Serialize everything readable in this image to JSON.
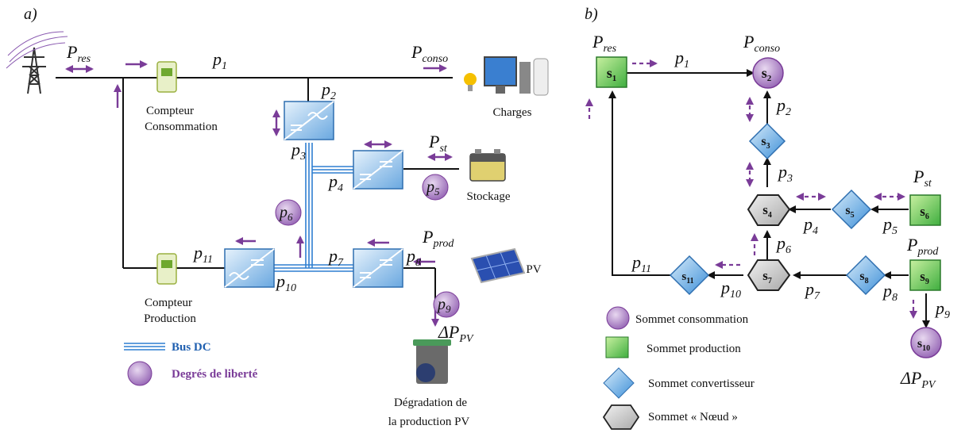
{
  "panel_a": {
    "label": "a)",
    "p_res": "P",
    "p_res_sub": "res",
    "p_conso": "P",
    "p_conso_sub": "conso",
    "p_st": "P",
    "p_st_sub": "st",
    "p_prod": "P",
    "p_prod_sub": "prod",
    "delta_pv": "ΔP",
    "delta_pv_sub": "PV",
    "edges": {
      "p1": "p",
      "p1_sub": "1",
      "p2": "p",
      "p2_sub": "2",
      "p3": "p",
      "p3_sub": "3",
      "p4": "p",
      "p4_sub": "4",
      "p5": "p",
      "p5_sub": "5",
      "p6": "p",
      "p6_sub": "6",
      "p7": "p",
      "p7_sub": "7",
      "p8": "p",
      "p8_sub": "8",
      "p9": "p",
      "p9_sub": "9",
      "p10": "p",
      "p10_sub": "10",
      "p11": "p",
      "p11_sub": "11"
    },
    "compteur_conso_1": "Compteur",
    "compteur_conso_2": "Consommation",
    "compteur_prod_1": "Compteur",
    "compteur_prod_2": "Production",
    "charges": "Charges",
    "stockage": "Stockage",
    "pv": "PV",
    "degradation_1": "Dégradation de",
    "degradation_2": "la production PV",
    "legend_bus": "Bus DC",
    "legend_dof": "Degrés de liberté"
  },
  "panel_b": {
    "label": "b)",
    "nodes": {
      "s1": "s",
      "s1_sub": "1",
      "s2": "s",
      "s2_sub": "2",
      "s3": "s",
      "s3_sub": "3",
      "s4": "s",
      "s4_sub": "4",
      "s5": "s",
      "s5_sub": "5",
      "s6": "s",
      "s6_sub": "6",
      "s7": "s",
      "s7_sub": "7",
      "s8": "s",
      "s8_sub": "8",
      "s9": "s",
      "s9_sub": "9",
      "s10": "s",
      "s10_sub": "10",
      "s11": "s",
      "s11_sub": "11"
    },
    "p_res": "P",
    "p_res_sub": "res",
    "p_conso": "P",
    "p_conso_sub": "conso",
    "p_st": "P",
    "p_st_sub": "st",
    "p_prod": "P",
    "p_prod_sub": "prod",
    "delta_pv": "ΔP",
    "delta_pv_sub": "PV",
    "edges": {
      "p1": "p",
      "p1_sub": "1",
      "p2": "p",
      "p2_sub": "2",
      "p3": "p",
      "p3_sub": "3",
      "p4": "p",
      "p4_sub": "4",
      "p5": "p",
      "p5_sub": "5",
      "p6": "p",
      "p6_sub": "6",
      "p7": "p",
      "p7_sub": "7",
      "p8": "p",
      "p8_sub": "8",
      "p9": "p",
      "p9_sub": "9",
      "p10": "p",
      "p10_sub": "10",
      "p11": "p",
      "p11_sub": "11"
    },
    "legend_conso": "Sommet consommation",
    "legend_prod": "Sommet production",
    "legend_conv": "Sommet convertisseur",
    "legend_noeud": "Sommet « Nœud »"
  },
  "colors": {
    "purple": "#7a3c98",
    "bus": "#2f7fd0",
    "conv_blue": "#3d8fd8",
    "green": "#3fae3f",
    "grey": "#c8c8c8"
  }
}
